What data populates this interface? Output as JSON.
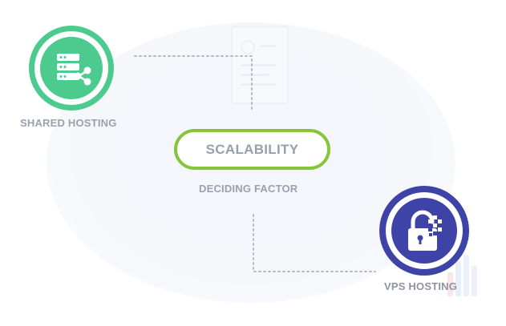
{
  "colors": {
    "shared_accent": "#4dcb8f",
    "vps_accent": "#3e43a8",
    "pill_border": "#86c53a",
    "label_text": "#9aa1ad",
    "connector": "#b5bac3"
  },
  "nodes": {
    "shared": {
      "label": "SHARED HOSTING",
      "icon": "server-share-icon"
    },
    "vps": {
      "label": "VPS HOSTING",
      "icon": "padlock-icon"
    }
  },
  "center": {
    "pill_text": "SCALABILITY",
    "caption": "DECIDING FACTOR"
  }
}
